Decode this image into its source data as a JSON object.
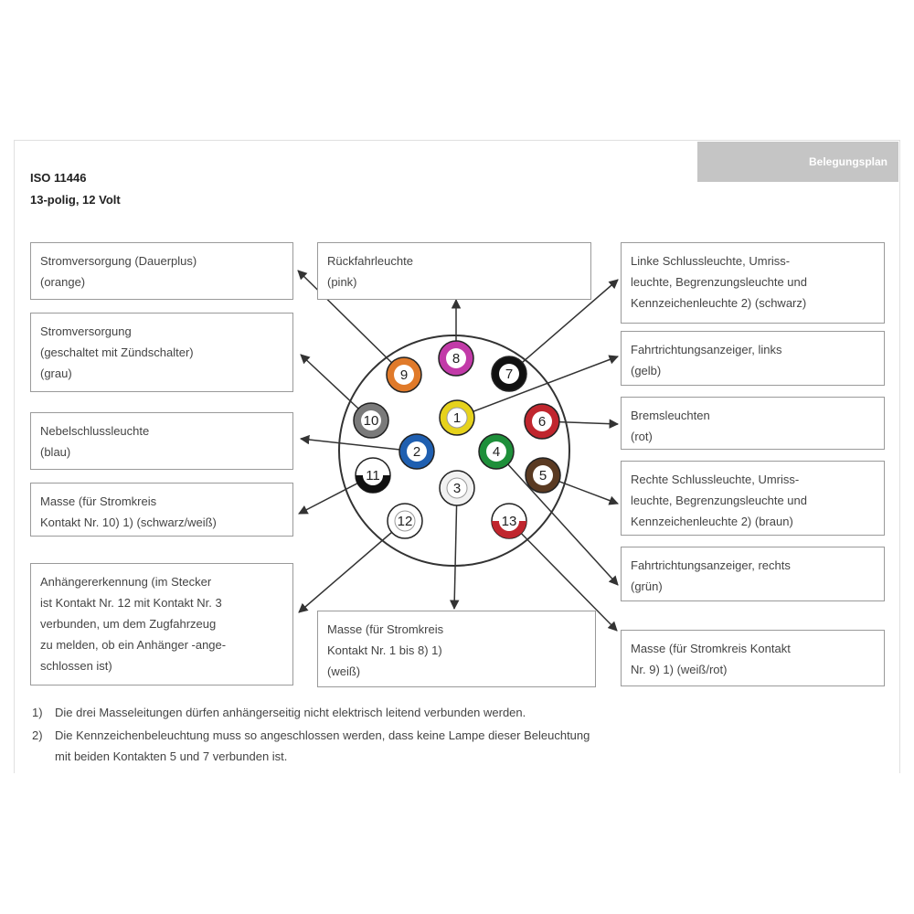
{
  "header": {
    "tab_label": "Belegungsplan",
    "title": "ISO 11446",
    "subtitle": "13-polig, 12 Volt"
  },
  "boxes": [
    {
      "id": "dauerplus",
      "lines": [
        "Stromversorgung (Dauerplus)",
        "(orange)"
      ]
    },
    {
      "id": "geschaltet",
      "lines": [
        "Stromversorgung",
        "(geschaltet mit Zündschalter)",
        "(grau)"
      ]
    },
    {
      "id": "nebel",
      "lines": [
        "Nebelschlussleuchte",
        "(blau)"
      ]
    },
    {
      "id": "masse10",
      "lines": [
        "Masse (für Stromkreis",
        "Kontakt Nr. 10) 1) (schwarz/weiß)"
      ]
    },
    {
      "id": "anhaenger",
      "lines": [
        "Anhängererkennung (im Stecker",
        "ist Kontakt Nr. 12 mit Kontakt Nr. 3",
        "verbunden, um dem Zugfahrzeug",
        "zu melden, ob ein Anhänger -ange-",
        "schlossen ist)"
      ]
    },
    {
      "id": "rueckfahr",
      "lines": [
        "Rückfahrleuchte",
        "(pink)"
      ]
    },
    {
      "id": "masse18",
      "lines": [
        "Masse (für Stromkreis",
        "Kontakt Nr. 1 bis 8) 1)",
        "(weiß)"
      ]
    },
    {
      "id": "links-schluss",
      "lines": [
        "Linke Schlussleuchte, Umriss-",
        "leuchte, Begrenzungsleuchte und",
        "Kennzeichenleuchte 2) (schwarz)"
      ]
    },
    {
      "id": "blinker-links",
      "lines": [
        "Fahrtrichtungsanzeiger, links",
        "(gelb)"
      ]
    },
    {
      "id": "brems",
      "lines": [
        "Bremsleuchten",
        "(rot)"
      ]
    },
    {
      "id": "rechts-schluss",
      "lines": [
        "Rechte Schlussleuchte, Umriss-",
        "leuchte, Begrenzungsleuchte und",
        "Kennzeichenleuchte 2) (braun)"
      ]
    },
    {
      "id": "blinker-rechts",
      "lines": [
        "Fahrtrichtungsanzeiger, rechts",
        "(grün)"
      ]
    },
    {
      "id": "masse9",
      "lines": [
        "Masse (für Stromkreis Kontakt",
        "Nr. 9) 1) (weiß/rot)"
      ]
    }
  ],
  "pins": [
    {
      "num": "1",
      "color": "#e6d21c",
      "stripe": null
    },
    {
      "num": "2",
      "color": "#1f5fb0",
      "stripe": null
    },
    {
      "num": "3",
      "color": "#f2f2f2",
      "stripe": null
    },
    {
      "num": "4",
      "color": "#1e8f3a",
      "stripe": null
    },
    {
      "num": "5",
      "color": "#5a3a22",
      "stripe": null
    },
    {
      "num": "6",
      "color": "#c0262e",
      "stripe": null
    },
    {
      "num": "7",
      "color": "#111111",
      "stripe": null
    },
    {
      "num": "8",
      "color": "#c23aa8",
      "stripe": null
    },
    {
      "num": "9",
      "color": "#e07a2a",
      "stripe": null
    },
    {
      "num": "10",
      "color": "#7a7a7a",
      "stripe": null
    },
    {
      "num": "11",
      "color": "#ffffff",
      "stripe": "#111111"
    },
    {
      "num": "12",
      "color": "#ffffff",
      "stripe": null
    },
    {
      "num": "13",
      "color": "#ffffff",
      "stripe": "#c0262e"
    }
  ],
  "notes": [
    {
      "num": "1)",
      "text": "Die drei Masseleitungen dürfen anhängerseitig nicht elektrisch leitend verbunden werden."
    },
    {
      "num": "2)",
      "text": "Die Kennzeichenbeleuchtung muss so angeschlossen werden, dass keine Lampe dieser Beleuchtung"
    },
    {
      "num": "",
      "text": "mit beiden Kontakten 5 und 7 verbunden ist."
    }
  ]
}
